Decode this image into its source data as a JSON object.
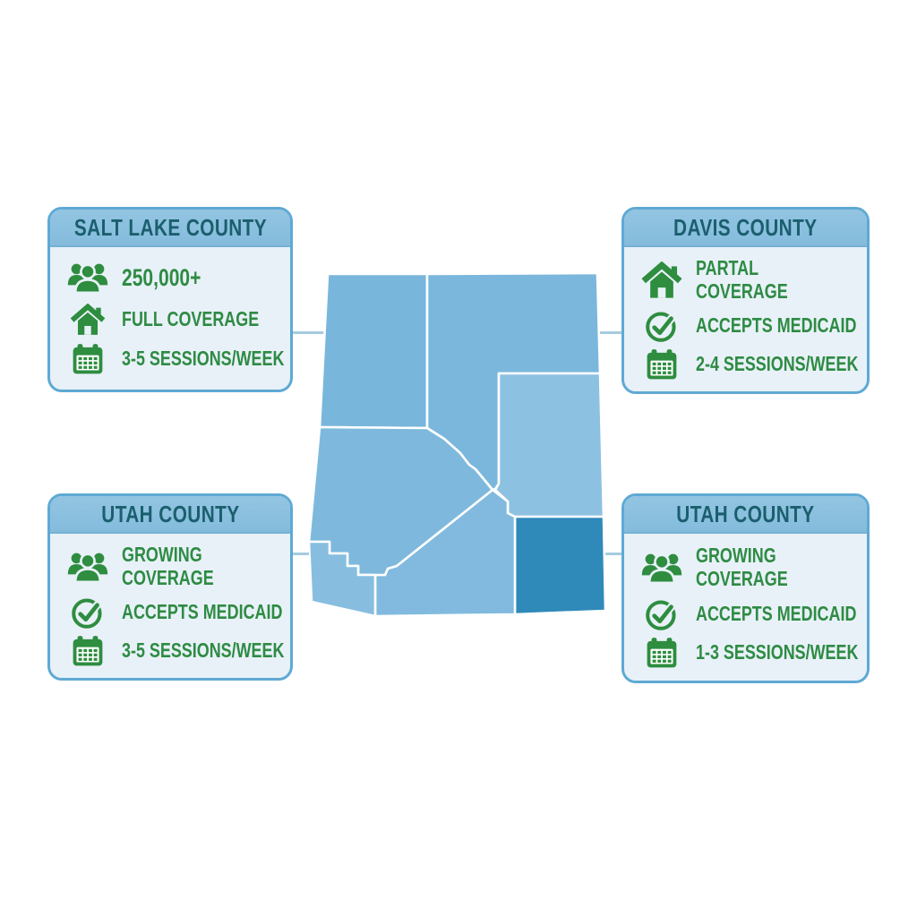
{
  "page": {
    "background": "#ffffff",
    "description": "County coverage infographic with state map and four county callout cards"
  },
  "colors": {
    "card_border": "#5fa9d4",
    "card_header_bg": "#87bcdc",
    "card_body_bg": "#e8f1f8",
    "header_text": "#1b5f6e",
    "item_text": "#2e8b43",
    "icon_green": "#2e8d3f",
    "connector": "#a6cce0",
    "map_blue": "#79b6db",
    "map_blue_light": "#8dc1e2",
    "map_blue_dark": "#2f8aba"
  },
  "cards": [
    {
      "id": "salt-lake-county",
      "title": "SALT LAKE COUNTY",
      "rows": [
        {
          "icon": "people-icon",
          "label": "250,000+"
        },
        {
          "icon": "house-icon",
          "label": "FULL COVERAGE"
        },
        {
          "icon": "calendar-icon",
          "label": "3-5 SESSIONS/WEEK"
        }
      ]
    },
    {
      "id": "davis-county",
      "title": "DAVIS COUNTY",
      "rows": [
        {
          "icon": "house-icon",
          "label": "PARTAL COVERAGE"
        },
        {
          "icon": "check-icon",
          "label": "ACCEPTS MEDICAID"
        },
        {
          "icon": "calendar-icon",
          "label": "2-4 SESSIONS/WEEK"
        }
      ]
    },
    {
      "id": "utah-county-west",
      "title": "UTAH COUNTY",
      "rows": [
        {
          "icon": "people-icon",
          "label": "GROWING COVERAGE"
        },
        {
          "icon": "check-icon",
          "label": "ACCEPTS MEDICAID"
        },
        {
          "icon": "calendar-icon",
          "label": "3-5 SESSIONS/WEEK"
        }
      ]
    },
    {
      "id": "utah-county-east",
      "title": "UTAH COUNTY",
      "rows": [
        {
          "icon": "people-icon",
          "label": "GROWING COVERAGE"
        },
        {
          "icon": "check-icon",
          "label": "ACCEPTS MEDICAID"
        },
        {
          "icon": "calendar-icon",
          "label": "1-3 SESSIONS/WEEK"
        }
      ]
    }
  ],
  "map": {
    "name": "state-county-map",
    "counties": [
      {
        "id": "northwest",
        "fill": "#79b6db"
      },
      {
        "id": "north-central",
        "fill": "#7bb7dc"
      },
      {
        "id": "east-central",
        "fill": "#8dc1e2"
      },
      {
        "id": "southeast-highlight",
        "fill": "#2f8aba"
      },
      {
        "id": "south-central",
        "fill": "#81bade"
      },
      {
        "id": "west-central",
        "fill": "#7eb9dd"
      },
      {
        "id": "southwest",
        "fill": "#87bee0"
      }
    ]
  }
}
